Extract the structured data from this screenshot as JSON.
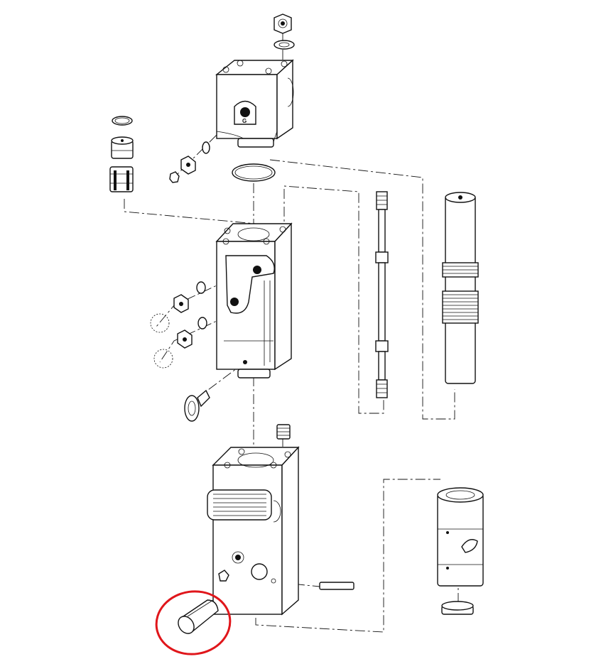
{
  "diagram": {
    "type": "exploded-view",
    "port_label": "G",
    "highlight_color": "#e0161b",
    "highlighted_part": "pin"
  }
}
